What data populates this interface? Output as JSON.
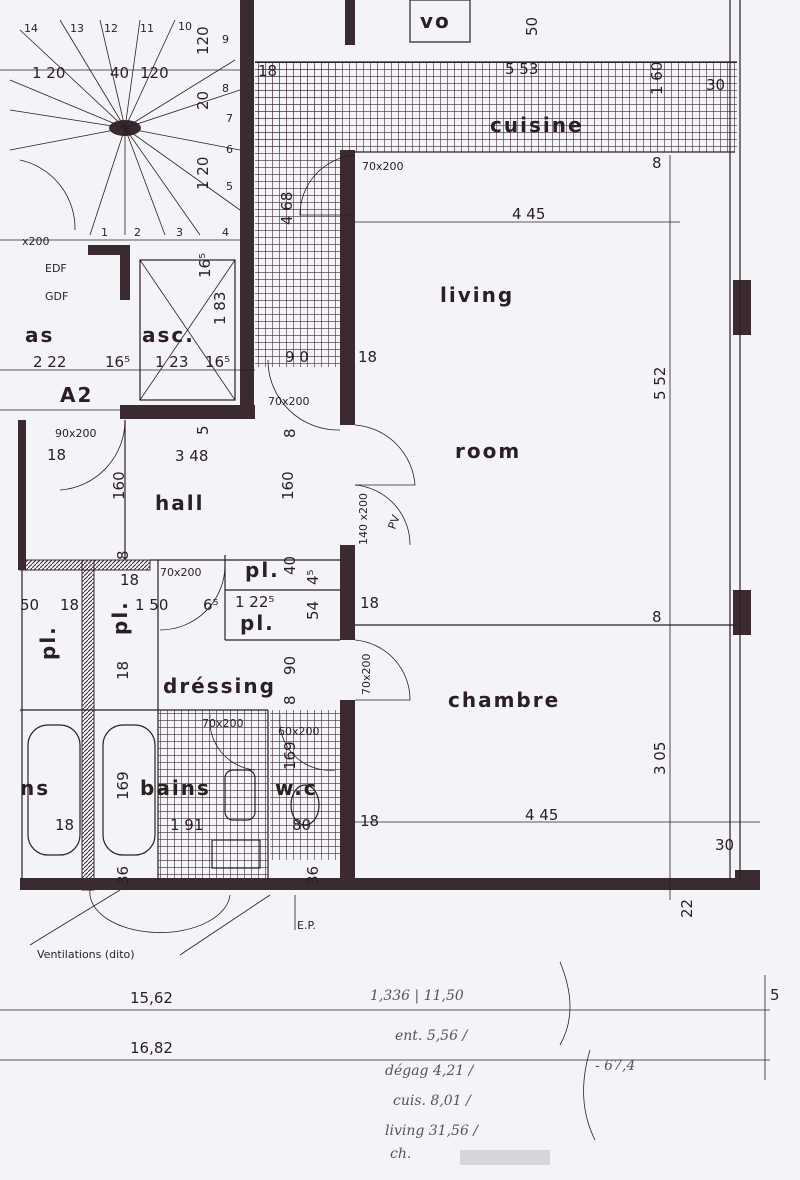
{
  "plan": {
    "rooms": {
      "cuisine": "cuisine",
      "living": "living",
      "room": "room",
      "chambre": "chambre",
      "hall": "hall",
      "dressing": "dréssing",
      "bains": "bains",
      "bains_left": "ns",
      "wc": "w.c",
      "asc": "asc.",
      "as": "as",
      "unit": "A2",
      "vo": "vo",
      "pl1": "pl.",
      "pl2": "pl.",
      "pl3": "pl.",
      "pl4": "pl.",
      "edf": "EDF",
      "gdf": "GDF",
      "ep": "E.P.",
      "pv": "PV"
    },
    "dimensions": {
      "d553": "5 53",
      "d160top": "1 60",
      "d30top": "30",
      "d50": "50",
      "d18a": "18",
      "d445a": "4 45",
      "d468": "4 68",
      "d552": "5 52",
      "d8a": "8",
      "d8b": "8",
      "d305": "3 05",
      "d445b": "4 45",
      "d30b": "30",
      "d22": "22",
      "d18b": "18",
      "d18c": "18",
      "d18d": "18",
      "d90a": "9 0",
      "d348": "3 48",
      "d160a": "160",
      "d160b": "160",
      "d222": "2 22",
      "d165a": "16⁵",
      "d123": "1 23",
      "d165b": "16⁵",
      "d183": "1 83",
      "d165c": "16⁵",
      "d120a": "1 20",
      "d40": "40",
      "d120b": "120",
      "d120c": "120",
      "d120d": "1 20",
      "d20": "20",
      "d18e": "18",
      "d50b": "50",
      "d18f": "18",
      "d150": "1 50",
      "d65": "6⁵",
      "d1225": "1 22⁵",
      "d54": "54",
      "d40b": "40",
      "d45": "4⁵",
      "d90b": "90",
      "d8c": "8",
      "d169a": "169",
      "d169b": "169",
      "d18g": "18",
      "d191": "1 91",
      "d80": "80",
      "d36a": "36",
      "d36b": "36",
      "d18h": "18",
      "d18i": "18",
      "d8d": "8",
      "d5": "5",
      "d15": "5",
      "d8e": "8"
    },
    "doors": {
      "door1": "70x200",
      "door2": "70x200",
      "door3": "90x200",
      "door4": "140 x200",
      "door5": "70x200",
      "door6": "70x200",
      "door7": "70x200",
      "door8": "60x200",
      "door9": "x200"
    },
    "stairs": [
      "1",
      "2",
      "3",
      "4",
      "5",
      "6",
      "7",
      "8",
      "9",
      "10",
      "11",
      "12",
      "13",
      "14"
    ],
    "notes": {
      "ventilations": "Ventilations (dito)",
      "total1": "15,62",
      "total2": "16,82",
      "right5": "5"
    },
    "handwritten": {
      "line1": "1,336 | 11,50",
      "line2": "ent.  5,56 /",
      "line3": "dégag  4,21 /",
      "line4": "cuis.  8,01 /",
      "line5": "living  31,56 /",
      "line6": "ch.",
      "sum": "- 67,4"
    }
  }
}
